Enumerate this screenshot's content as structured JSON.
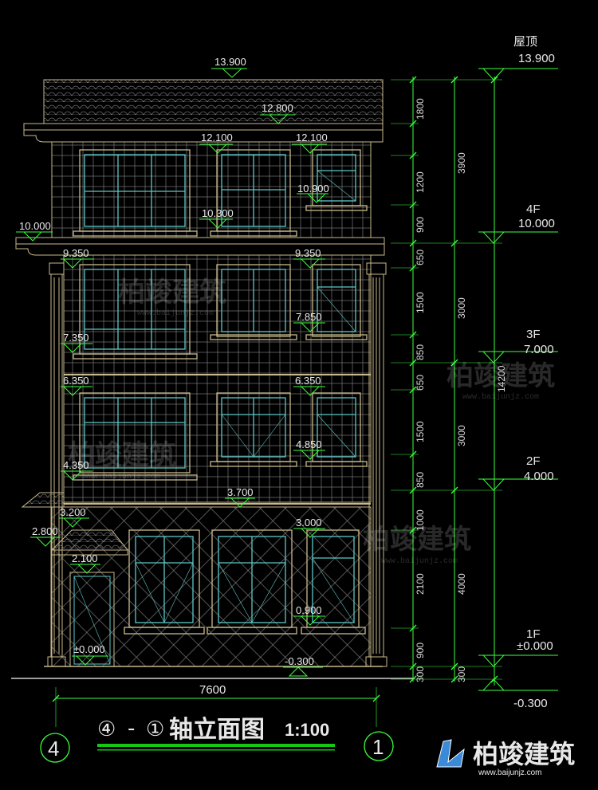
{
  "drawing": {
    "title_left_circle": "④",
    "title_dash": "-",
    "title_right_circle": "①",
    "title_text": "轴立面图",
    "scale": "1:100",
    "axis_left": "4",
    "axis_right": "1",
    "total_width_dim": "7600"
  },
  "levels": [
    {
      "name": "屋顶",
      "value": "13.900"
    },
    {
      "name": "4F",
      "value": "10.000"
    },
    {
      "name": "3F",
      "value": "7.000"
    },
    {
      "name": "2F",
      "value": "4.000"
    },
    {
      "name": "1F",
      "value": "±0.000"
    },
    {
      "name": "",
      "value": "-0.300"
    }
  ],
  "dims_inner": [
    "1800",
    "1200",
    "900",
    "650",
    "1500",
    "850",
    "650",
    "1500",
    "850",
    "1000",
    "2100",
    "900",
    "300"
  ],
  "dims_floor": [
    "3900",
    "3000",
    "3000",
    "4000",
    "300"
  ],
  "dim_total": "14200",
  "elevations": [
    {
      "id": "e13900",
      "label": "13.900"
    },
    {
      "id": "e12800",
      "label": "12.800"
    },
    {
      "id": "e12100a",
      "label": "12.100"
    },
    {
      "id": "e12100b",
      "label": "12.100"
    },
    {
      "id": "e10900",
      "label": "10.900"
    },
    {
      "id": "e10300",
      "label": "10.300"
    },
    {
      "id": "e10000",
      "label": "10.000"
    },
    {
      "id": "e9350a",
      "label": "9.350"
    },
    {
      "id": "e9350b",
      "label": "9.350"
    },
    {
      "id": "e7850",
      "label": "7.850"
    },
    {
      "id": "e7350",
      "label": "7.350"
    },
    {
      "id": "e6350a",
      "label": "6.350"
    },
    {
      "id": "e6350b",
      "label": "6.350"
    },
    {
      "id": "e4850",
      "label": "4.850"
    },
    {
      "id": "e4350",
      "label": "4.350"
    },
    {
      "id": "e3700",
      "label": "3.700"
    },
    {
      "id": "e3200",
      "label": "3.200"
    },
    {
      "id": "e3000",
      "label": "3.000"
    },
    {
      "id": "e2800",
      "label": "2.800"
    },
    {
      "id": "e2100",
      "label": "2.100"
    },
    {
      "id": "e0900",
      "label": "0.900"
    },
    {
      "id": "e0000",
      "label": "±0.000"
    },
    {
      "id": "em0300",
      "label": "-0.300"
    }
  ],
  "watermark": {
    "brand": "柏竣建筑",
    "url": "www.baijunjz.com"
  },
  "colors": {
    "background": "#000000",
    "wall": "#c8b98a",
    "window": "#5ec8c8",
    "dim": "#3cff3c",
    "text": "#e8e8e8",
    "title_bar": "#14c814"
  }
}
